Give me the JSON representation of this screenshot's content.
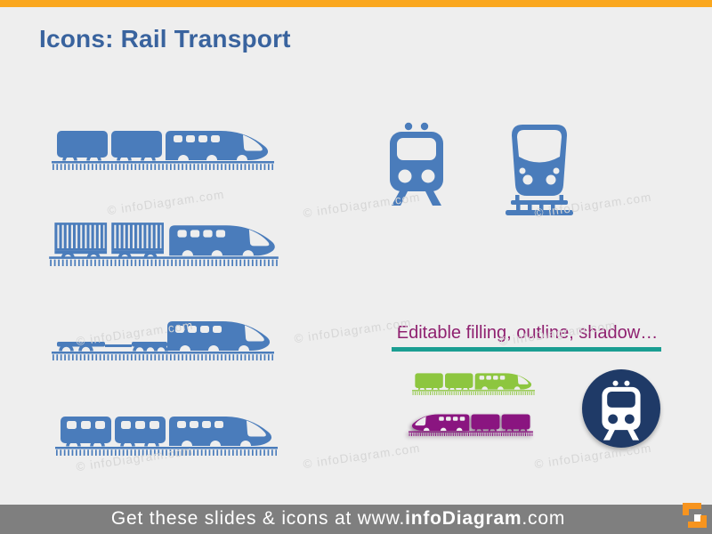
{
  "slide": {
    "title": "Icons: Rail Transport",
    "editable_label": "Editable filling, outline, shadow…",
    "watermark_text": "© infoDiagram.com",
    "footer": {
      "prefix": "Get these slides & icons at www.",
      "brand": "infoDiagram",
      "suffix": ".com"
    }
  },
  "icons": {
    "left_column": [
      "boxcar-train-side",
      "container-freight-train-side",
      "flatbed-train-side",
      "passenger-train-side"
    ],
    "right_top": [
      "tram-front",
      "train-front"
    ],
    "demo_row": [
      "boxcar-train-green",
      "boxcar-train-purple-shadow",
      "tram-front-circle-badge"
    ]
  },
  "colors": {
    "bg": "#EEEEEE",
    "accent_orange": "#FAA71E",
    "logo_orange": "#F7941E",
    "icon_blue": "#4A7CBB",
    "title_blue": "#39639E",
    "navy": "#1F3A67",
    "green": "#8DC63F",
    "purple": "#8A1580",
    "magenta_text": "#8F2170",
    "teal": "#1B9E92",
    "footer_gray": "#7F7F7F",
    "watermark_gray": "#D6D6D6"
  }
}
